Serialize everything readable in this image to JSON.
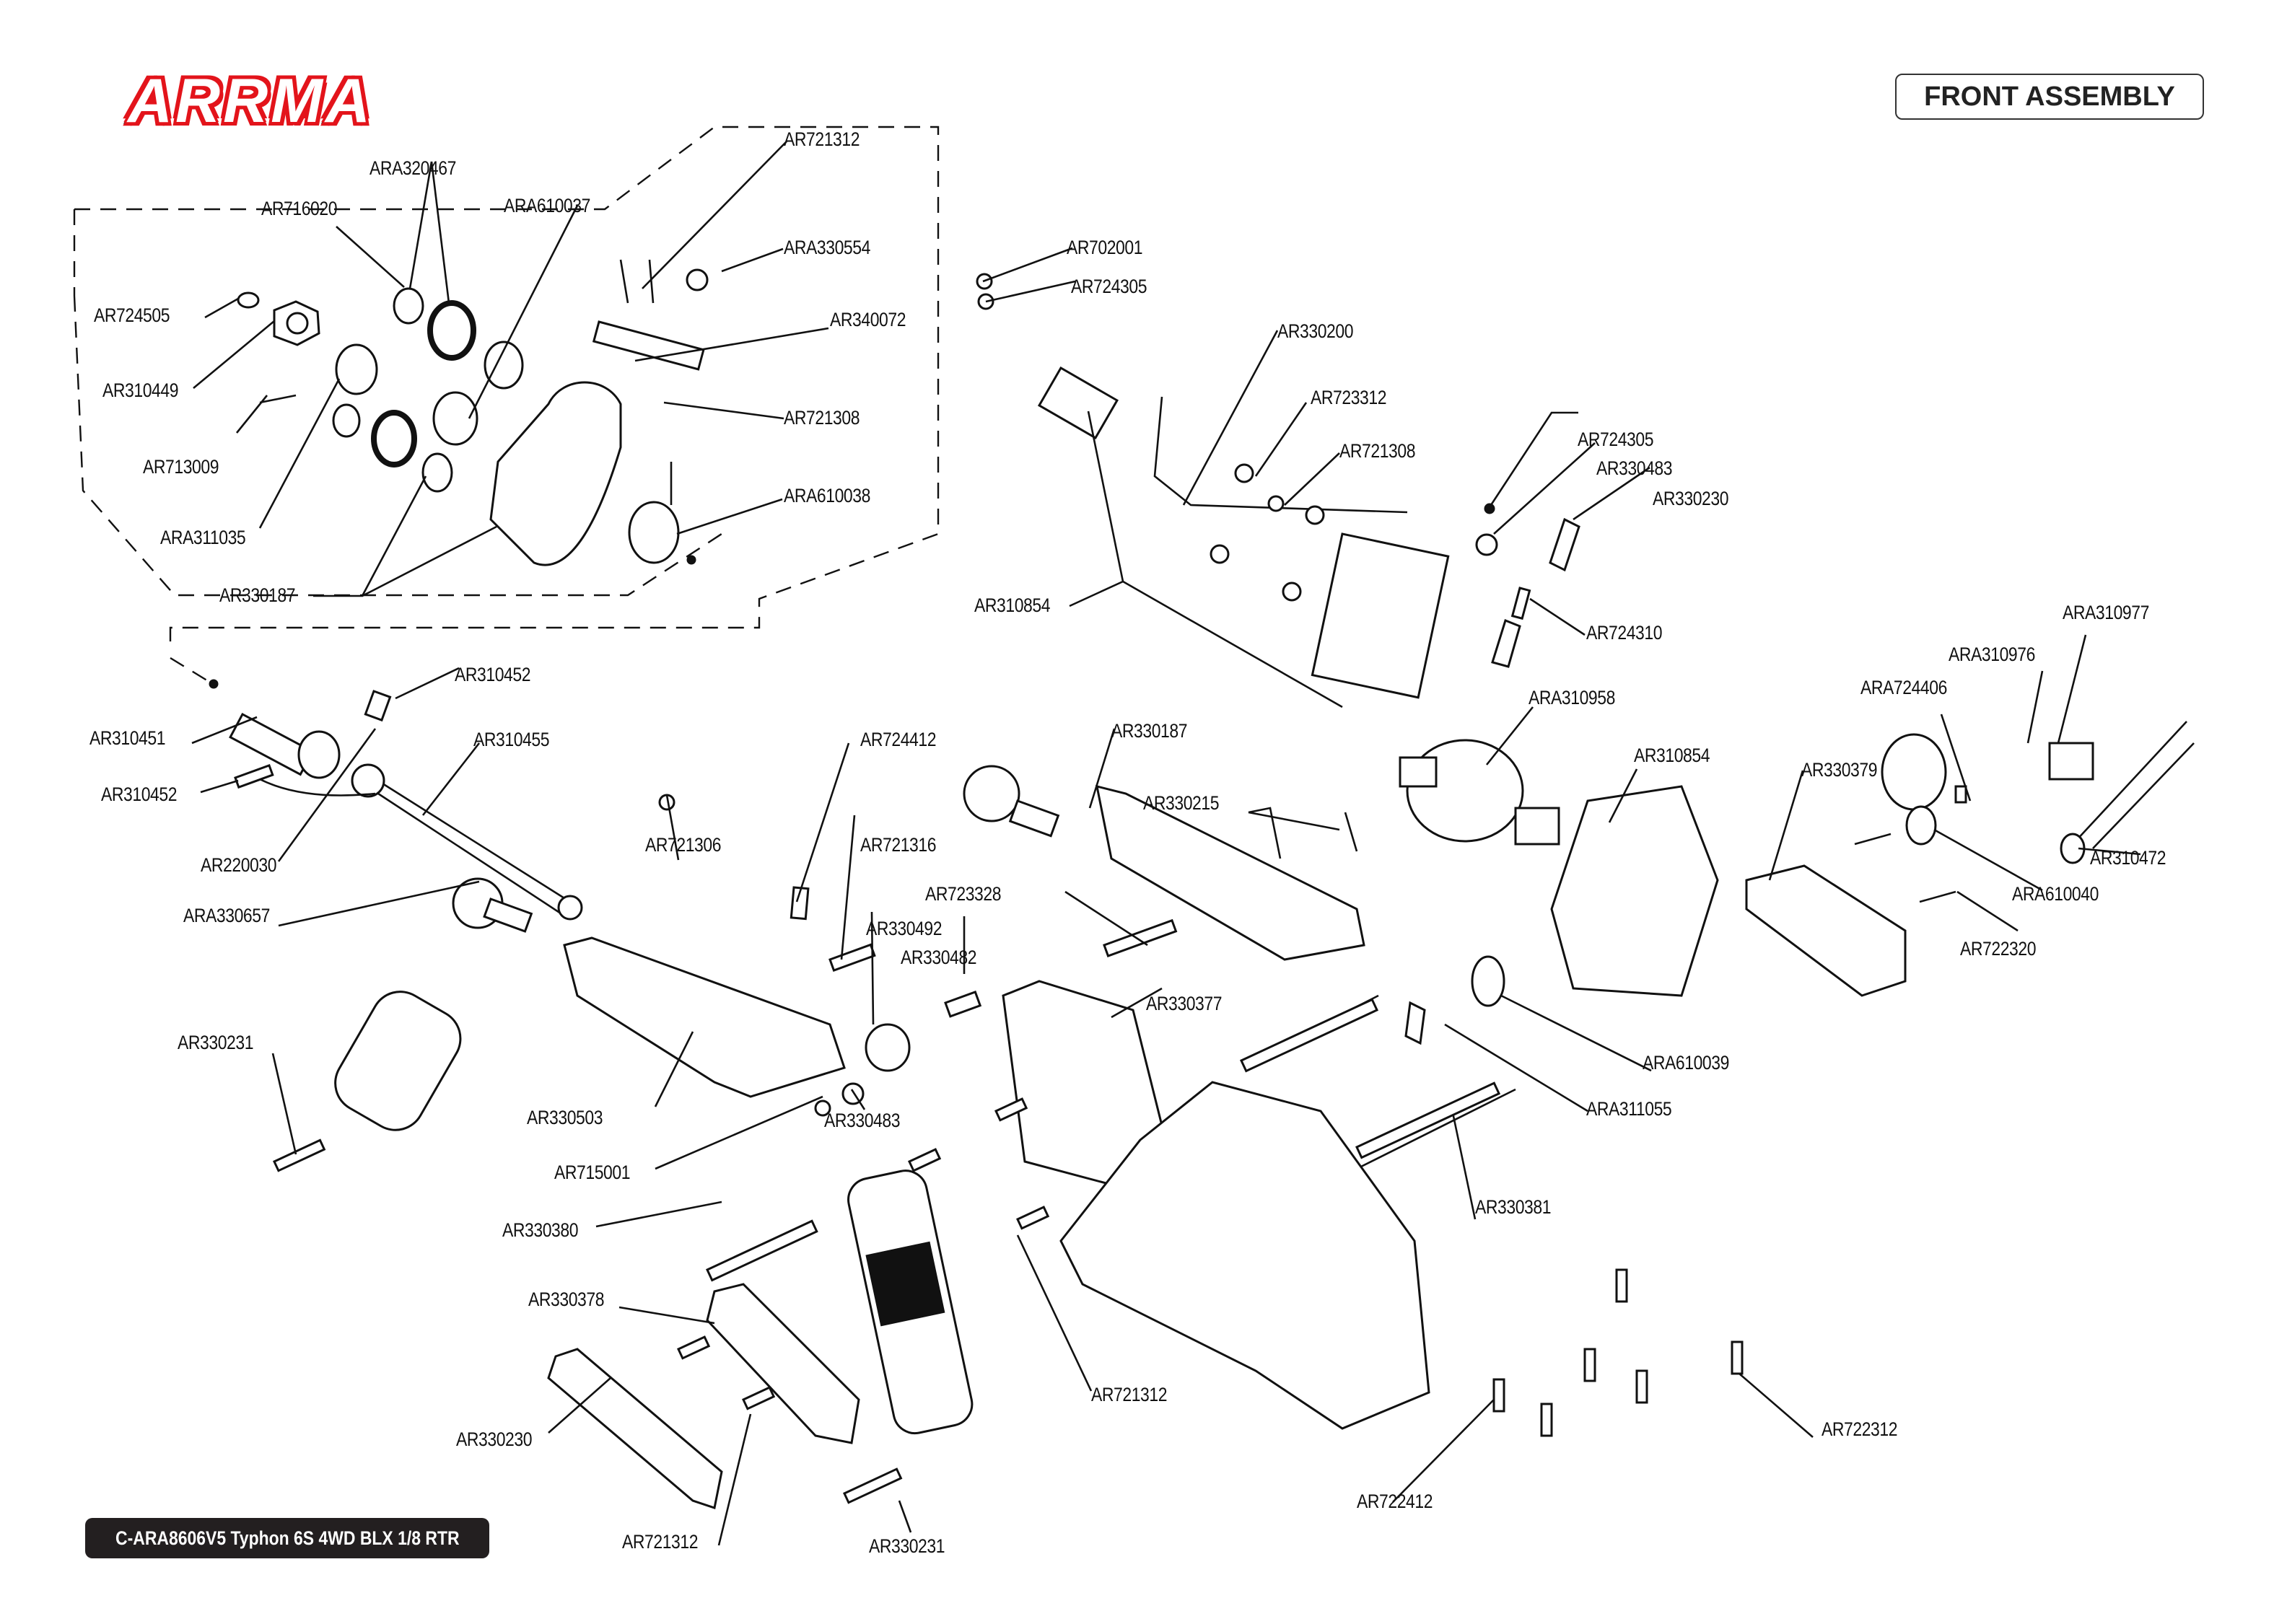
{
  "brand": {
    "logo_text": "ARRMA",
    "accent": "#e3141b"
  },
  "header": {
    "section_title": "FRONT ASSEMBLY"
  },
  "footer": {
    "model": "C-ARA8606V5 Typhon 6S 4WD BLX 1/8 RTR"
  },
  "diagram": {
    "title": "Front Assembly Exploded View",
    "part_labels": [
      {
        "id": "l01",
        "part": "AR721312"
      },
      {
        "id": "l02",
        "part": "ARA320467"
      },
      {
        "id": "l03",
        "part": "AR716020"
      },
      {
        "id": "l04",
        "part": "ARA610037"
      },
      {
        "id": "l05",
        "part": "ARA330554"
      },
      {
        "id": "l06",
        "part": "AR724505"
      },
      {
        "id": "l07",
        "part": "AR340072"
      },
      {
        "id": "l08",
        "part": "AR310449"
      },
      {
        "id": "l09",
        "part": "AR721308"
      },
      {
        "id": "l10",
        "part": "AR713009"
      },
      {
        "id": "l11",
        "part": "ARA610038"
      },
      {
        "id": "l12",
        "part": "ARA311035"
      },
      {
        "id": "l13",
        "part": "AR330187"
      },
      {
        "id": "l14",
        "part": "AR702001"
      },
      {
        "id": "l15",
        "part": "AR724305"
      },
      {
        "id": "l16",
        "part": "AR330200"
      },
      {
        "id": "l17",
        "part": "AR723312"
      },
      {
        "id": "l18",
        "part": "AR721308"
      },
      {
        "id": "l19",
        "part": "AR724305"
      },
      {
        "id": "l20",
        "part": "AR330483"
      },
      {
        "id": "l21",
        "part": "AR330230"
      },
      {
        "id": "l22",
        "part": "AR310854"
      },
      {
        "id": "l23",
        "part": "AR724310"
      },
      {
        "id": "l24",
        "part": "ARA310977"
      },
      {
        "id": "l25",
        "part": "ARA310976"
      },
      {
        "id": "l26",
        "part": "ARA724406"
      },
      {
        "id": "l27",
        "part": "ARA310958"
      },
      {
        "id": "l28",
        "part": "AR310854"
      },
      {
        "id": "l29",
        "part": "AR330379"
      },
      {
        "id": "l30",
        "part": "AR310472"
      },
      {
        "id": "l31",
        "part": "ARA610040"
      },
      {
        "id": "l32",
        "part": "AR722320"
      },
      {
        "id": "l33",
        "part": "AR310452"
      },
      {
        "id": "l34",
        "part": "AR310451"
      },
      {
        "id": "l35",
        "part": "AR310455"
      },
      {
        "id": "l36",
        "part": "AR310452"
      },
      {
        "id": "l37",
        "part": "AR220030"
      },
      {
        "id": "l38",
        "part": "AR724412"
      },
      {
        "id": "l39",
        "part": "AR330187"
      },
      {
        "id": "l40",
        "part": "AR330215"
      },
      {
        "id": "l41",
        "part": "AR721306"
      },
      {
        "id": "l42",
        "part": "AR721316"
      },
      {
        "id": "l43",
        "part": "AR723328"
      },
      {
        "id": "l44",
        "part": "ARA330657"
      },
      {
        "id": "l45",
        "part": "AR330492"
      },
      {
        "id": "l46",
        "part": "AR330482"
      },
      {
        "id": "l47",
        "part": "AR330377"
      },
      {
        "id": "l48",
        "part": "AR330231"
      },
      {
        "id": "l49",
        "part": "ARA610039"
      },
      {
        "id": "l50",
        "part": "AR330503"
      },
      {
        "id": "l51",
        "part": "AR330483"
      },
      {
        "id": "l52",
        "part": "ARA311055"
      },
      {
        "id": "l53",
        "part": "AR715001"
      },
      {
        "id": "l54",
        "part": "AR330381"
      },
      {
        "id": "l55",
        "part": "AR330380"
      },
      {
        "id": "l56",
        "part": "AR330378"
      },
      {
        "id": "l57",
        "part": "AR721312"
      },
      {
        "id": "l58",
        "part": "AR722312"
      },
      {
        "id": "l59",
        "part": "AR330230"
      },
      {
        "id": "l60",
        "part": "AR722412"
      },
      {
        "id": "l61",
        "part": "AR721312"
      },
      {
        "id": "l62",
        "part": "AR330231"
      }
    ]
  }
}
